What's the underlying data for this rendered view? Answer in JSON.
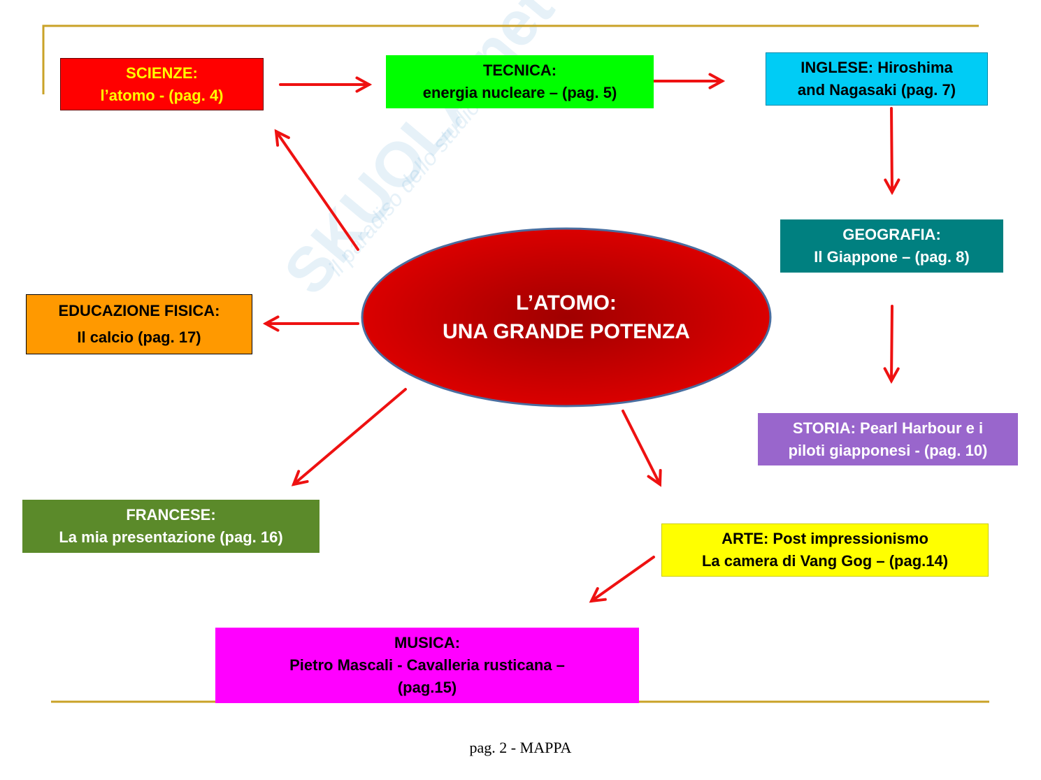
{
  "watermark": {
    "brand": "Skuola.net",
    "tagline": "il paradiso dello studio"
  },
  "center": {
    "line1": "L’ATOMO:",
    "line2": "UNA GRANDE POTENZA"
  },
  "nodes": {
    "scienze": {
      "line1": "SCIENZE:",
      "line2": "l’atomo - (pag. 4)",
      "bg": "#ff0000",
      "fg": "#ffff00"
    },
    "tecnica": {
      "line1": "TECNICA:",
      "line2": "energia nucleare – (pag. 5)",
      "bg": "#00ff00",
      "fg": "#000000"
    },
    "inglese": {
      "line1": "INGLESE: Hiroshima",
      "line2": "and Nagasaki (pag. 7)",
      "bg": "#00ccf5",
      "fg": "#000000"
    },
    "geografia": {
      "line1": "GEOGRAFIA:",
      "line2": "Il Giappone – (pag. 8)",
      "bg": "#008080",
      "fg": "#ffffff"
    },
    "storia": {
      "line1": "STORIA: Pearl Harbour e  i",
      "line2": "piloti giapponesi - (pag. 10)",
      "bg": "#9966cc",
      "fg": "#ffffff"
    },
    "arte": {
      "line1": "ARTE: Post impressionismo",
      "line2": "La camera di Vang Gog – (pag.14)",
      "bg": "#ffff00",
      "fg": "#000000"
    },
    "musica": {
      "line1": "MUSICA:",
      "line2": "Pietro Mascali - Cavalleria rusticana –",
      "line3": "(pag.15)",
      "bg": "#ff00ff",
      "fg": "#000000"
    },
    "francese": {
      "line1": "FRANCESE:",
      "line2": "La mia presentazione (pag. 16)",
      "bg": "#5b8a2a",
      "fg": "#ffffff"
    },
    "educazione_fisica": {
      "line1": "EDUCAZIONE FISICA:",
      "line2": "Il calcio (pag. 17)",
      "bg": "#ff9900",
      "fg": "#000000"
    }
  },
  "colors": {
    "arrow": "#ee1111",
    "rule": "#c9a227",
    "ellipse": "#cc0000"
  },
  "footer": "pag. 2 - MAPPA"
}
